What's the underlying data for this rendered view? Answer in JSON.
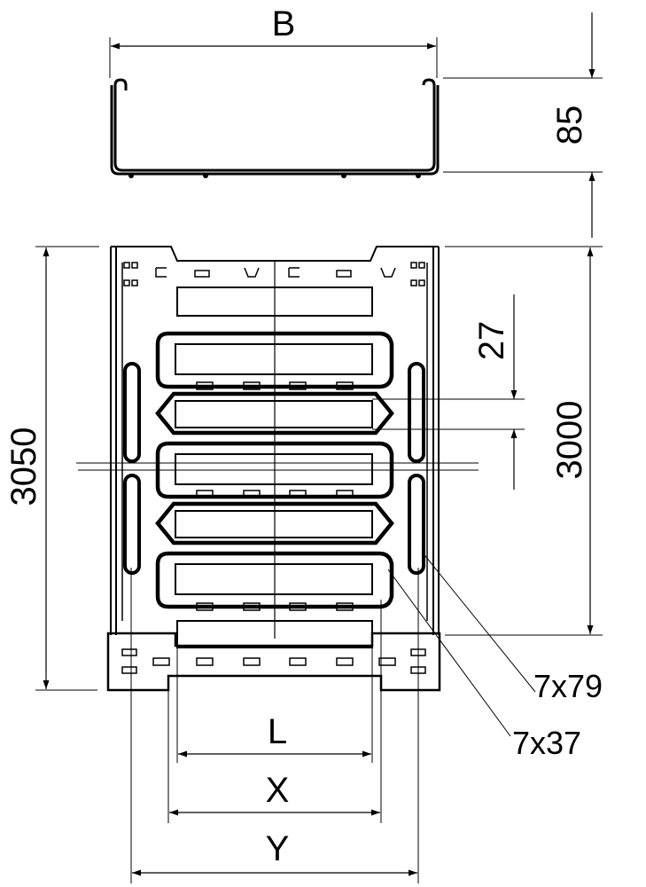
{
  "labels": {
    "width": "B",
    "height": "85",
    "total_length": "3050",
    "effective_length": "3000",
    "hole_pitch": "27",
    "long_slot": "7x79",
    "short_slot": "7x37",
    "dim_l": "L",
    "dim_x": "X",
    "dim_y": "Y"
  },
  "colors": {
    "line": "#000000",
    "background": "#ffffff"
  }
}
